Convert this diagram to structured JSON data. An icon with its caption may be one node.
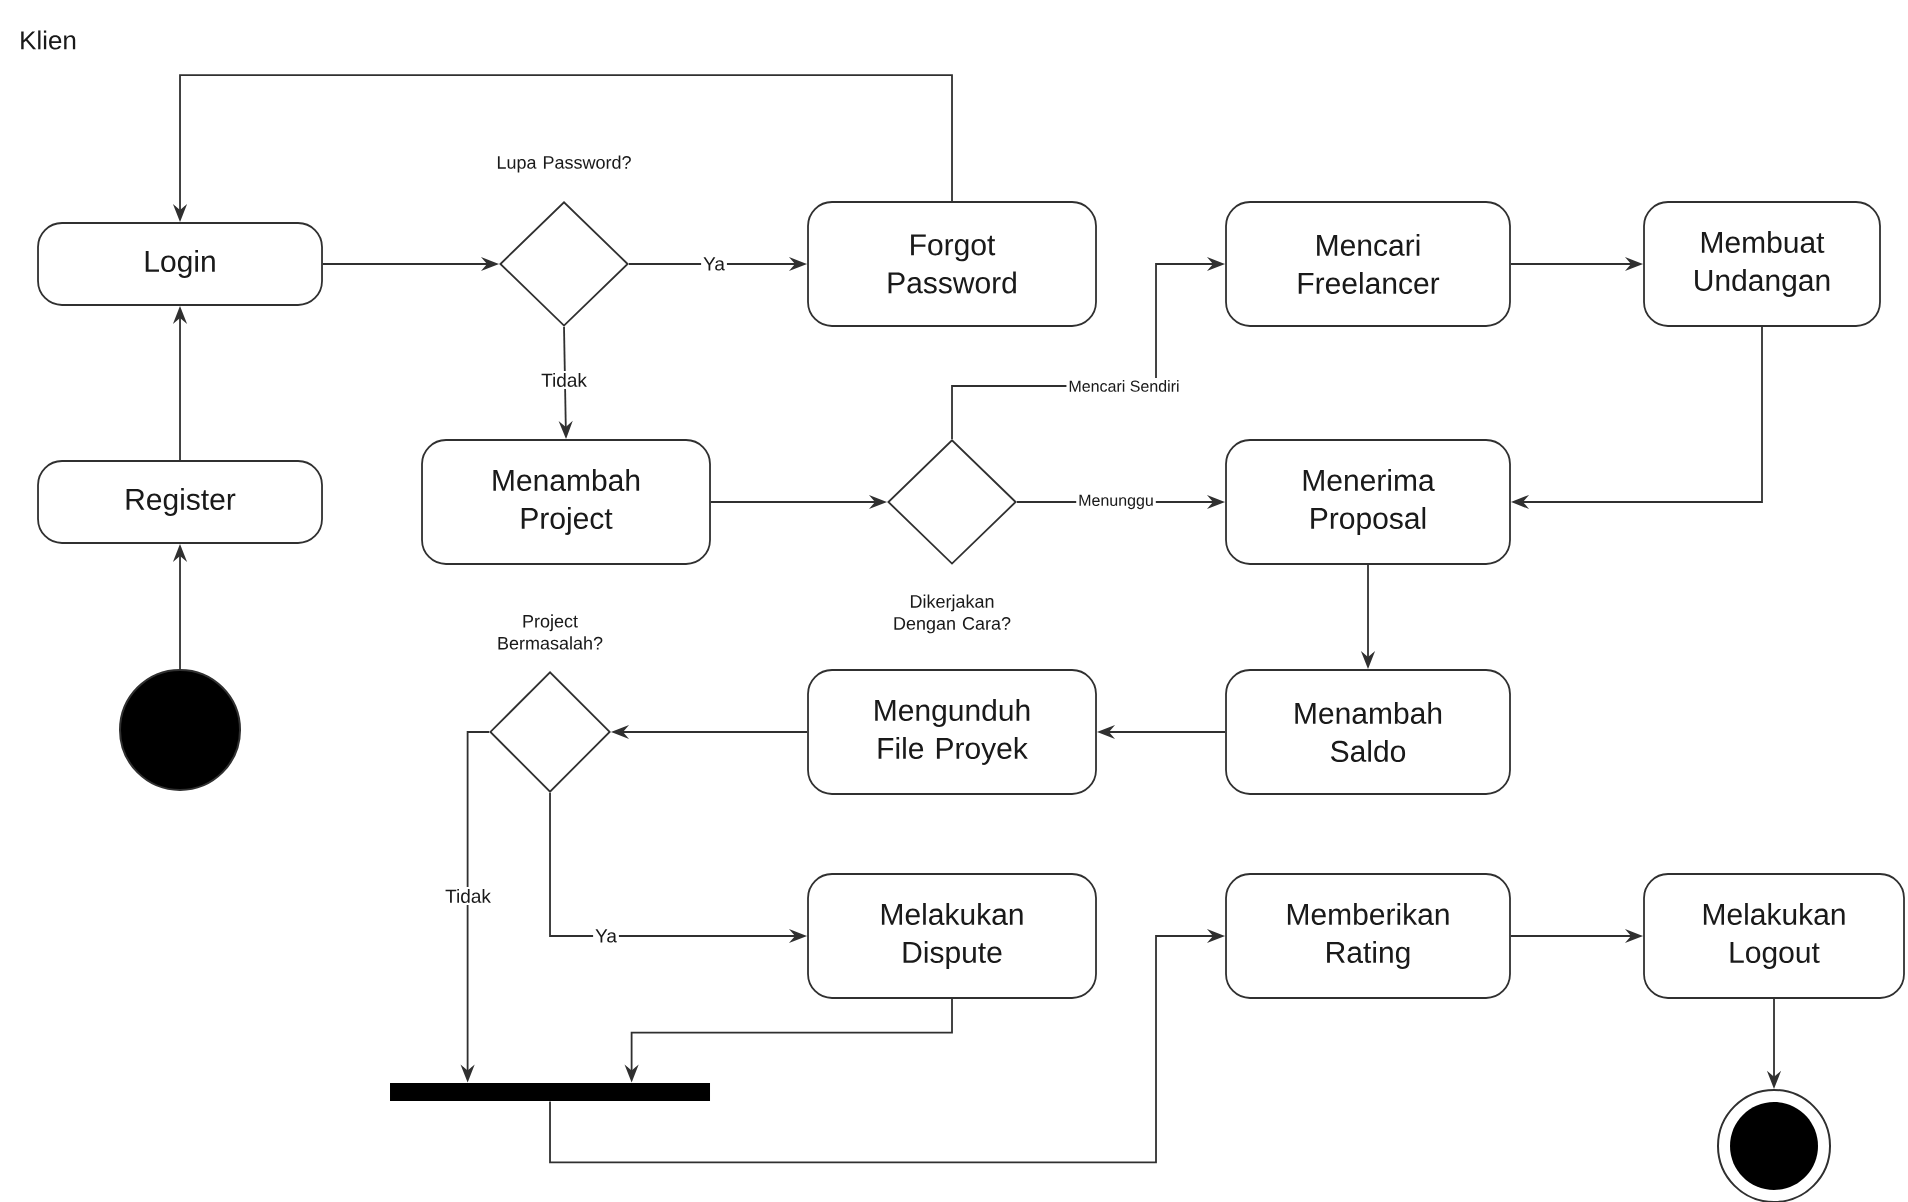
{
  "diagram": {
    "title": "Klien",
    "nodes": [
      {
        "text": [],
        "shape": "circle"
      },
      {
        "text": [
          "Register"
        ]
      },
      {
        "text": [
          "Login"
        ]
      },
      {
        "text": [
          "Lupa Password?"
        ]
      },
      {
        "text": [
          "Forgot Password"
        ]
      },
      {
        "text": [
          "Menambah Project"
        ]
      },
      {
        "text": [
          "Dikerjakan Dengan Cara?"
        ]
      },
      {
        "text": [
          "Mencari Freelancer"
        ]
      },
      {
        "text": [
          "Membuat Undangan"
        ]
      },
      {
        "text": [
          "Menerima Proposal"
        ]
      },
      {
        "text": [
          "Menambah Saldo"
        ]
      },
      {
        "text": [
          "Mengunduh File Proyek"
        ]
      },
      {
        "text": [
          "Project Bermasalah?"
        ]
      },
      {
        "text": [
          "Melakukan Dispute"
        ]
      },
      {
        "text": [],
        "shape": "bar"
      },
      {
        "text": [
          "Memberikan Rating"
        ]
      },
      {
        "text": [
          "Melakukan Logout"
        ]
      },
      {
        "text": [],
        "shape": "circle"
      }
    ],
    "edges": [
      {
        "from": 0,
        "to": 1,
        "arrow": "to"
      },
      {
        "from": 1,
        "to": 2,
        "arrow": "to"
      },
      {
        "from": 2,
        "to": 3,
        "arrow": "to"
      },
      {
        "from": 3,
        "to": 4,
        "arrow": "to",
        "label": "Ya"
      },
      {
        "from": 3,
        "to": 5,
        "arrow": "to",
        "label": "Tidak"
      },
      {
        "from": 4,
        "to": 2,
        "arrow": "to"
      },
      {
        "from": 5,
        "to": 6,
        "arrow": "to"
      },
      {
        "from": 6,
        "to": 7,
        "arrow": "to",
        "label": "Mencari Sendiri"
      },
      {
        "from": 6,
        "to": 9,
        "arrow": "to",
        "label": "Menunggu"
      },
      {
        "from": 7,
        "to": 8,
        "arrow": "to"
      },
      {
        "from": 8,
        "to": 9,
        "arrow": "to"
      },
      {
        "from": 9,
        "to": 10,
        "arrow": "to"
      },
      {
        "from": 10,
        "to": 11,
        "arrow": "to"
      },
      {
        "from": 11,
        "to": 12,
        "arrow": "to"
      },
      {
        "from": 12,
        "to": 13,
        "arrow": "to",
        "label": "Ya"
      },
      {
        "from": 12,
        "to": 14,
        "arrow": "to",
        "label": "Tidak"
      },
      {
        "from": 13,
        "to": 14,
        "arrow": "to"
      },
      {
        "from": 14,
        "to": 15,
        "arrow": "to"
      },
      {
        "from": 15,
        "to": 16,
        "arrow": "to"
      },
      {
        "from": 16,
        "to": 17,
        "arrow": "to"
      }
    ]
  }
}
